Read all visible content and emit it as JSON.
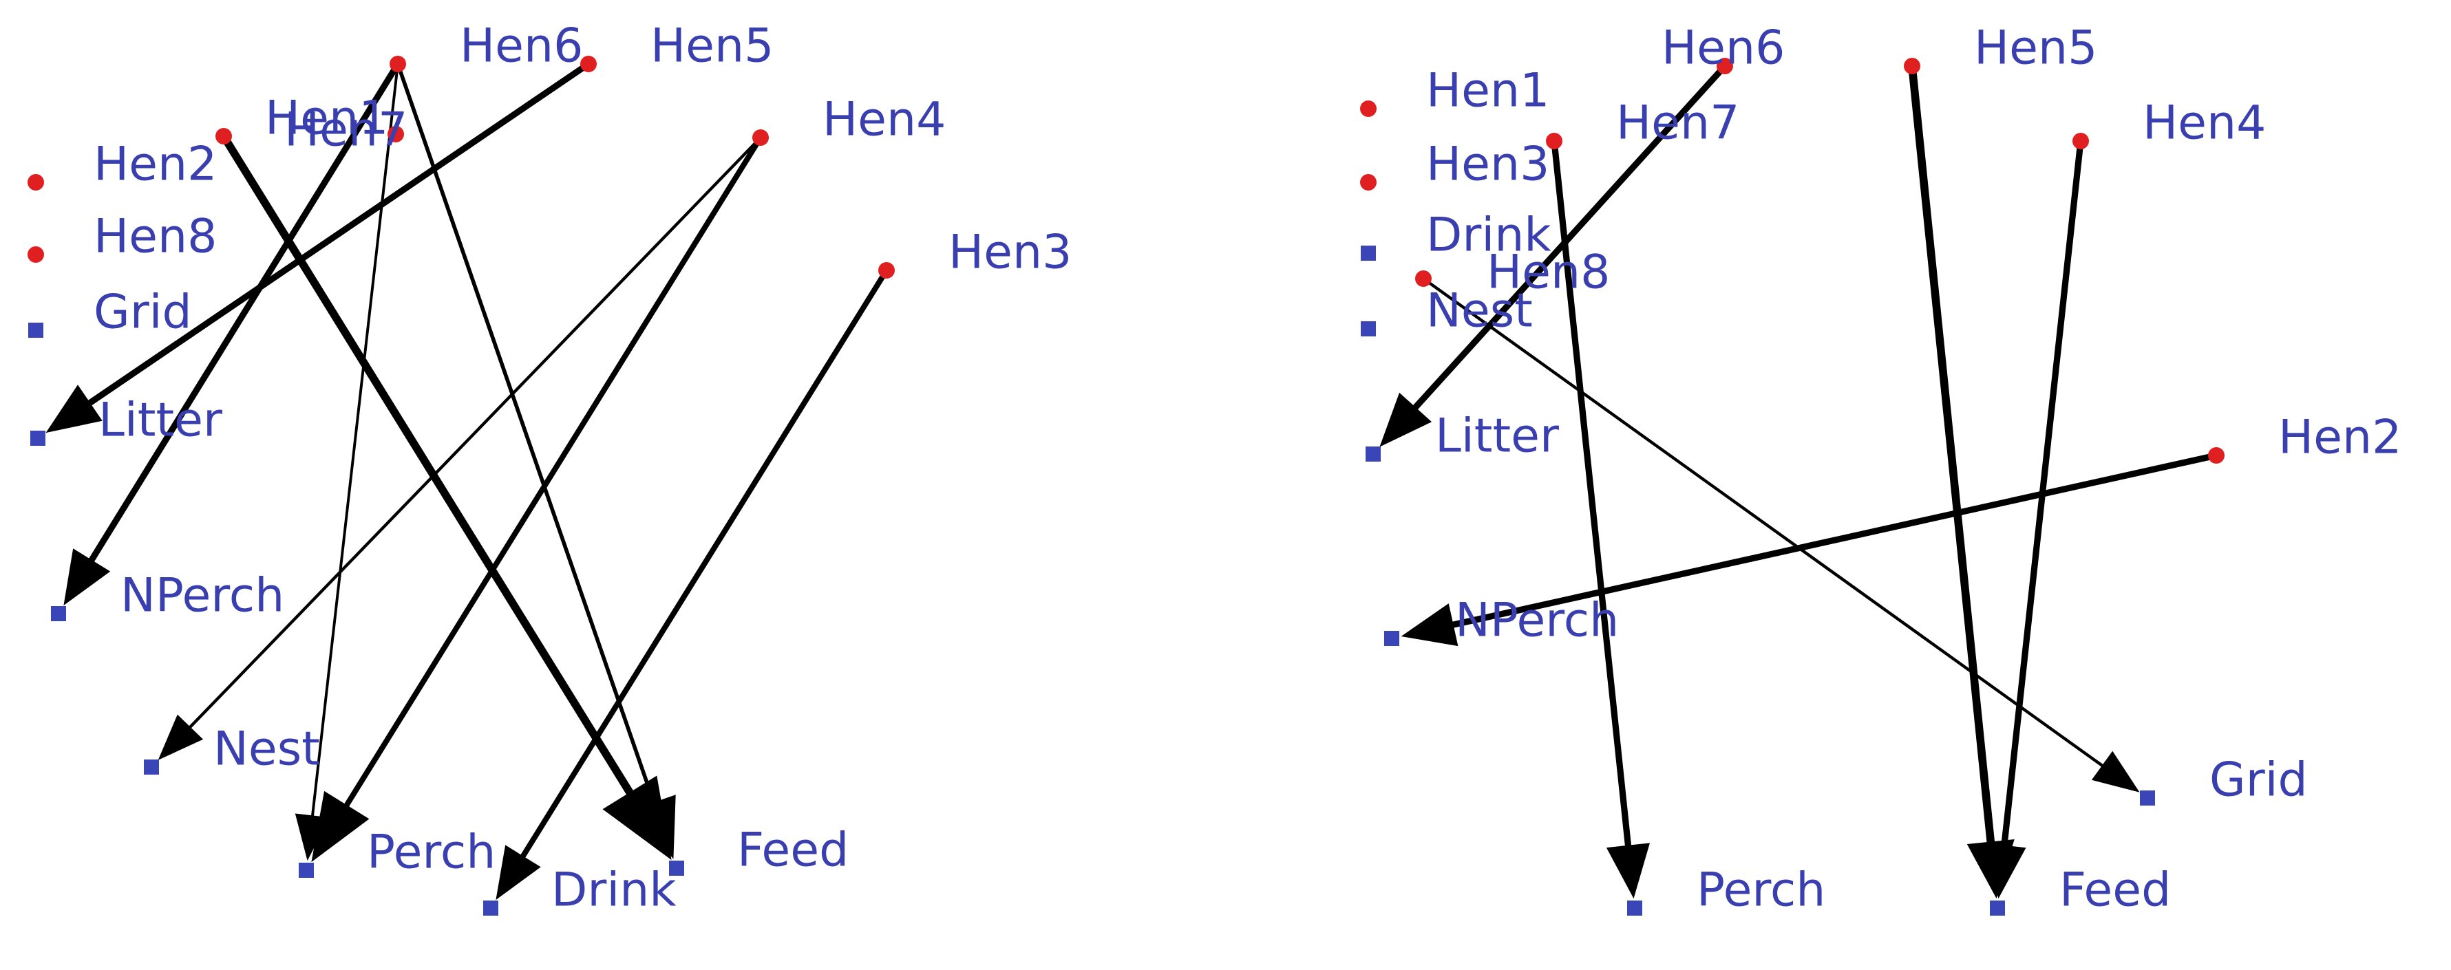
{
  "colors": {
    "hen": "#e02020",
    "resource": "#3a46b8",
    "label": "#3a3fb0",
    "edge": "#000000"
  },
  "diagrams": [
    {
      "nodes": [
        {
          "id": "Hen1",
          "label": "Hen1",
          "kind": "hen"
        },
        {
          "id": "Hen2",
          "label": "Hen2",
          "kind": "hen"
        },
        {
          "id": "Hen8",
          "label": "Hen8",
          "kind": "hen"
        },
        {
          "id": "Grid",
          "label": "Grid",
          "kind": "resource"
        },
        {
          "id": "Litter",
          "label": "Litter",
          "kind": "resource"
        },
        {
          "id": "NPerch",
          "label": "NPerch",
          "kind": "resource"
        },
        {
          "id": "Nest",
          "label": "Nest",
          "kind": "resource"
        },
        {
          "id": "Perch",
          "label": "Perch",
          "kind": "resource"
        },
        {
          "id": "Drink",
          "label": "Drink",
          "kind": "resource"
        },
        {
          "id": "Feed",
          "label": "Feed",
          "kind": "resource"
        },
        {
          "id": "Hen7",
          "label": "Hen7",
          "kind": "hen"
        },
        {
          "id": "Hen6",
          "label": "Hen6",
          "kind": "hen"
        },
        {
          "id": "Hen5",
          "label": "Hen5",
          "kind": "hen"
        },
        {
          "id": "Hen4",
          "label": "Hen4",
          "kind": "hen"
        },
        {
          "id": "Hen3",
          "label": "Hen3",
          "kind": "hen"
        }
      ],
      "edges": [
        {
          "from": "Hen1",
          "to": "Feed",
          "weight": 4
        },
        {
          "from": "Hen6",
          "to": "Feed",
          "weight": 1.5
        },
        {
          "from": "Hen6",
          "to": "NPerch",
          "weight": 3
        },
        {
          "from": "Hen6",
          "to": "Perch",
          "weight": 0.8
        },
        {
          "from": "Hen5",
          "to": "Litter",
          "weight": 3
        },
        {
          "from": "Hen4",
          "to": "Perch",
          "weight": 2.5
        },
        {
          "from": "Hen4",
          "to": "Nest",
          "weight": 1
        },
        {
          "from": "Hen3",
          "to": "Drink",
          "weight": 2.5
        }
      ]
    },
    {
      "nodes": [
        {
          "id": "Hen1",
          "label": "Hen1",
          "kind": "hen"
        },
        {
          "id": "Hen3",
          "label": "Hen3",
          "kind": "hen"
        },
        {
          "id": "Drink",
          "label": "Drink",
          "kind": "resource"
        },
        {
          "id": "Nest",
          "label": "Nest",
          "kind": "resource"
        },
        {
          "id": "Hen8",
          "label": "Hen8",
          "kind": "hen"
        },
        {
          "id": "Litter",
          "label": "Litter",
          "kind": "resource"
        },
        {
          "id": "NPerch",
          "label": "NPerch",
          "kind": "resource"
        },
        {
          "id": "Hen7",
          "label": "Hen7",
          "kind": "hen"
        },
        {
          "id": "Hen6",
          "label": "Hen6",
          "kind": "hen"
        },
        {
          "id": "Hen5",
          "label": "Hen5",
          "kind": "hen"
        },
        {
          "id": "Hen4",
          "label": "Hen4",
          "kind": "hen"
        },
        {
          "id": "Hen2",
          "label": "Hen2",
          "kind": "hen"
        },
        {
          "id": "Grid",
          "label": "Grid",
          "kind": "resource"
        },
        {
          "id": "Perch",
          "label": "Perch",
          "kind": "resource"
        },
        {
          "id": "Feed",
          "label": "Feed",
          "kind": "resource"
        }
      ],
      "edges": [
        {
          "from": "Hen6",
          "to": "Litter",
          "weight": 3
        },
        {
          "from": "Hen7",
          "to": "Perch",
          "weight": 3
        },
        {
          "from": "Hen5",
          "to": "Feed",
          "weight": 4
        },
        {
          "from": "Hen4",
          "to": "Feed",
          "weight": 3
        },
        {
          "from": "Hen2",
          "to": "NPerch",
          "weight": 3
        },
        {
          "from": "Hen8",
          "to": "Grid",
          "weight": 1
        }
      ]
    }
  ]
}
